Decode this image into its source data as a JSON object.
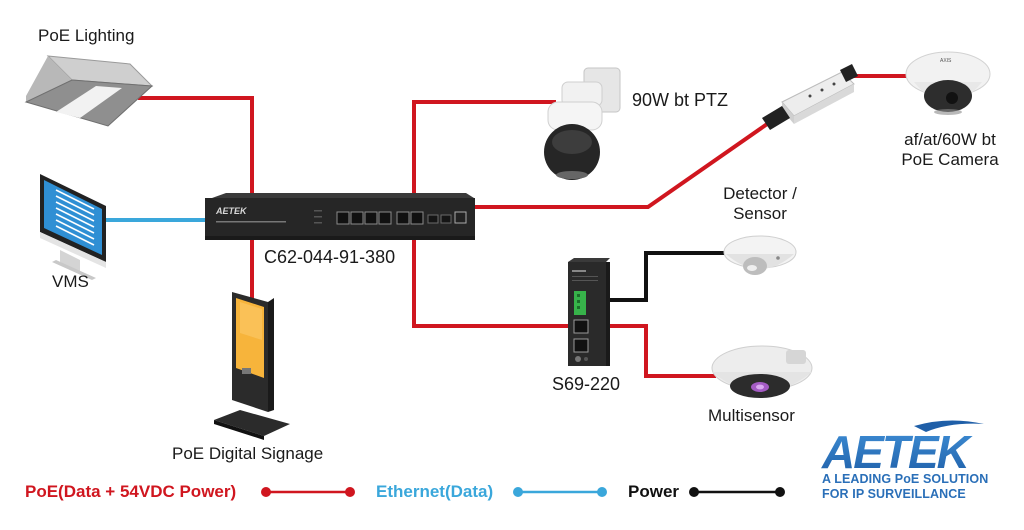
{
  "colors": {
    "poe_line": "#d0161f",
    "ethernet_line": "#3aa7db",
    "power_line": "#111111",
    "brand_blue": "#2a6fb8"
  },
  "devices": {
    "poe_lighting": "PoE Lighting",
    "vms": "VMS",
    "switch": "C62-044-91-380",
    "digital_signage": "PoE Digital Signage",
    "ptz": "90W bt PTZ",
    "poe_camera_line1": "af/at/60W bt",
    "poe_camera_line2": "PoE Camera",
    "detector_line1": "Detector /",
    "detector_line2": "Sensor",
    "splitter": "S69-220",
    "multisensor": "Multisensor"
  },
  "legend": {
    "poe": "PoE(Data + 54VDC Power)",
    "ethernet": "Ethernet(Data)",
    "power": "Power"
  },
  "brand": {
    "logo": "AETEK",
    "tagline_1": "A LEADING PoE SOLUTION",
    "tagline_2": "FOR IP SURVEILLANCE"
  }
}
